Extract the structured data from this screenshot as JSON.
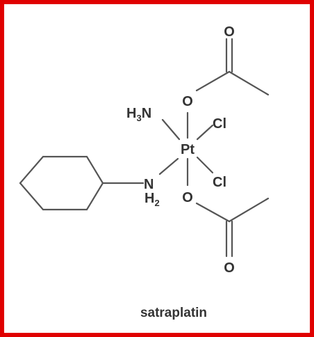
{
  "frame_color": "#e00000",
  "molecule_name": "satraplatin",
  "atoms": {
    "top_carbonyl_oxygen": "O",
    "top_ester_oxygen": "O",
    "ammine_h": "H",
    "ammine_sub": "3",
    "ammine_n": "N",
    "platinum": "Pt",
    "chloride_top": "Cl",
    "chloride_bottom": "Cl",
    "amine_n": "N",
    "amine_h": "H",
    "amine_sub": "2",
    "bottom_ester_oxygen": "O",
    "bottom_carbonyl_oxygen": "O"
  }
}
